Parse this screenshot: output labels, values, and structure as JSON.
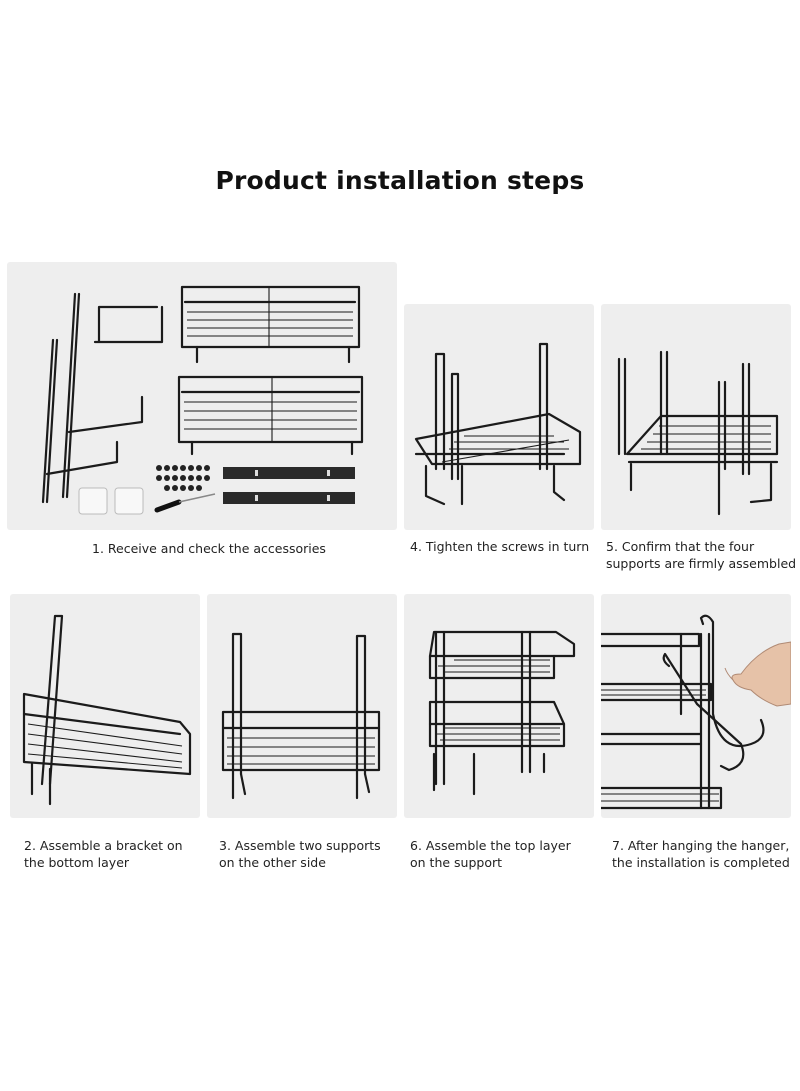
{
  "title": "Product installation steps",
  "steps": [
    {
      "id": "step1",
      "line1": "1. Receive and check the accessories",
      "line2": ""
    },
    {
      "id": "step4",
      "line1": "4. Tighten the screws in turn",
      "line2": ""
    },
    {
      "id": "step5",
      "line1": "5. Confirm that the four",
      "line2": "supports are firmly assembled"
    },
    {
      "id": "step2",
      "line1": "2. Assemble a bracket on",
      "line2": "the bottom layer"
    },
    {
      "id": "step3",
      "line1": "3. Assemble two supports",
      "line2": "on the other side"
    },
    {
      "id": "step6",
      "line1": "6. Assemble the top layer",
      "line2": "on the support"
    },
    {
      "id": "step7",
      "line1": "7. After hanging the hanger,",
      "line2": "the installation is completed"
    }
  ],
  "colors": {
    "background": "#ffffff",
    "photo_background": "#eeeeee",
    "metal": "#1b1b1b"
  }
}
